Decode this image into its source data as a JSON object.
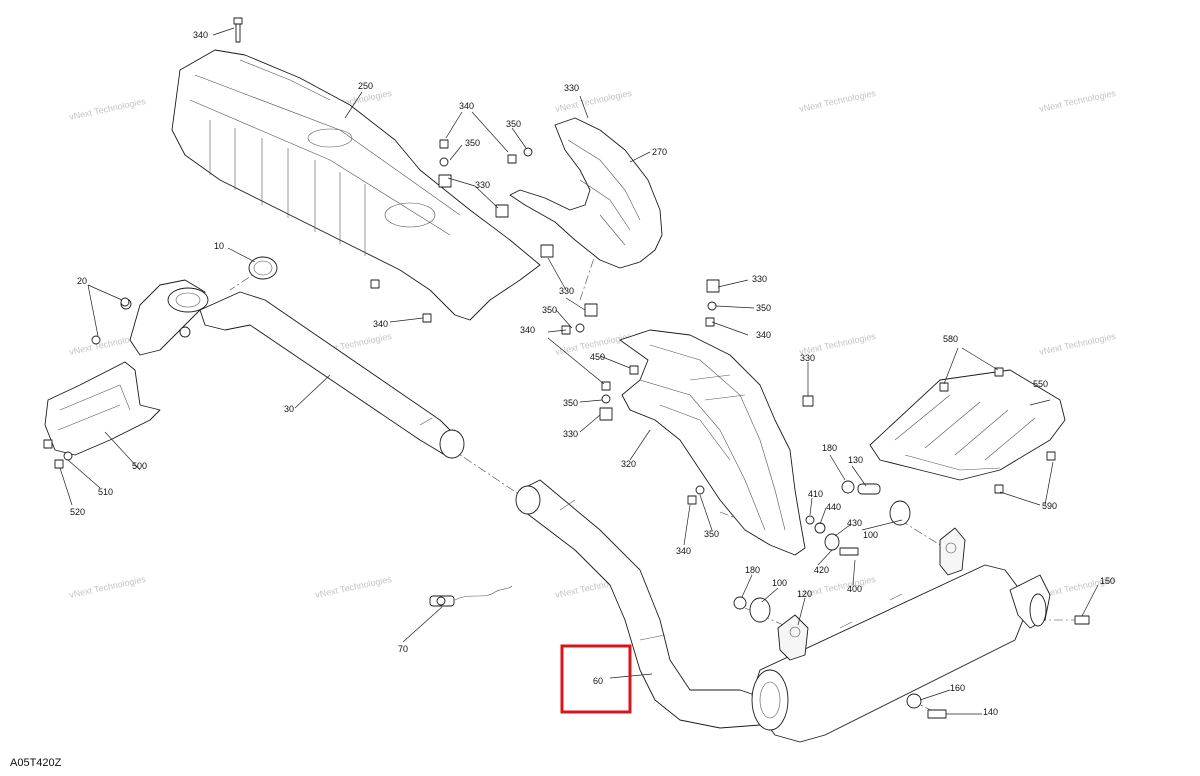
{
  "diagram_code": "A05T420Z",
  "watermark_text": "vNext Technologies",
  "highlight_color": "#d7141a",
  "highlighted_part": "60",
  "callouts": [
    {
      "id": "c1",
      "label": "340"
    },
    {
      "id": "c2",
      "label": "250"
    },
    {
      "id": "c3",
      "label": "340"
    },
    {
      "id": "c4",
      "label": "350"
    },
    {
      "id": "c5",
      "label": "350"
    },
    {
      "id": "c6",
      "label": "330"
    },
    {
      "id": "c7",
      "label": "330"
    },
    {
      "id": "c8",
      "label": "270"
    },
    {
      "id": "c9",
      "label": "10"
    },
    {
      "id": "c10",
      "label": "20"
    },
    {
      "id": "c11",
      "label": "340"
    },
    {
      "id": "c12",
      "label": "330"
    },
    {
      "id": "c13",
      "label": "350"
    },
    {
      "id": "c14",
      "label": "340"
    },
    {
      "id": "c15",
      "label": "330"
    },
    {
      "id": "c16",
      "label": "350"
    },
    {
      "id": "c17",
      "label": "340"
    },
    {
      "id": "c18",
      "label": "450"
    },
    {
      "id": "c19",
      "label": "350"
    },
    {
      "id": "c20",
      "label": "330"
    },
    {
      "id": "c21",
      "label": "30"
    },
    {
      "id": "c22",
      "label": "500"
    },
    {
      "id": "c23",
      "label": "510"
    },
    {
      "id": "c24",
      "label": "520"
    },
    {
      "id": "c25",
      "label": "330"
    },
    {
      "id": "c26",
      "label": "580"
    },
    {
      "id": "c27",
      "label": "550"
    },
    {
      "id": "c28",
      "label": "320"
    },
    {
      "id": "c29",
      "label": "180"
    },
    {
      "id": "c30",
      "label": "130"
    },
    {
      "id": "c31",
      "label": "590"
    },
    {
      "id": "c32",
      "label": "410"
    },
    {
      "id": "c33",
      "label": "440"
    },
    {
      "id": "c34",
      "label": "430"
    },
    {
      "id": "c35",
      "label": "100"
    },
    {
      "id": "c36",
      "label": "420"
    },
    {
      "id": "c37",
      "label": "340"
    },
    {
      "id": "c38",
      "label": "350"
    },
    {
      "id": "c39",
      "label": "180"
    },
    {
      "id": "c40",
      "label": "100"
    },
    {
      "id": "c41",
      "label": "400"
    },
    {
      "id": "c42",
      "label": "120"
    },
    {
      "id": "c43",
      "label": "150"
    },
    {
      "id": "c44",
      "label": "70"
    },
    {
      "id": "c45",
      "label": "60"
    },
    {
      "id": "c46",
      "label": "160"
    },
    {
      "id": "c47",
      "label": "140"
    }
  ]
}
